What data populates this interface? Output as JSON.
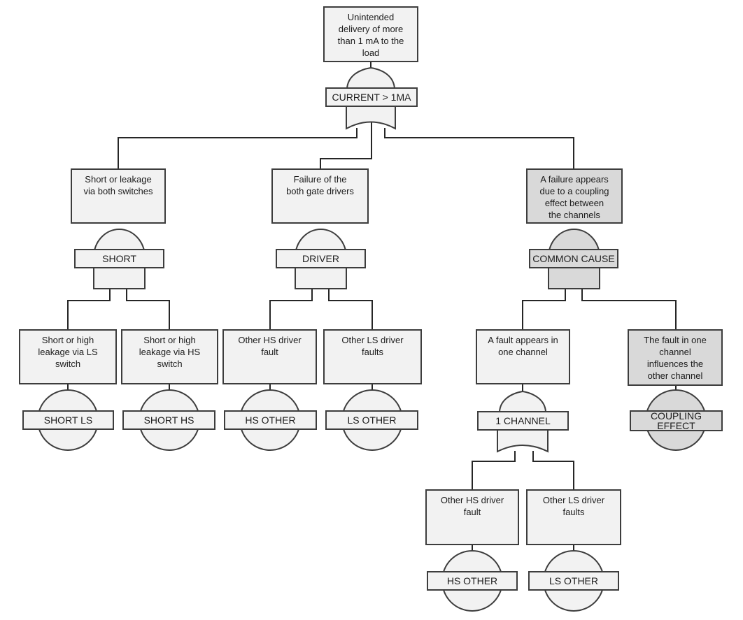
{
  "title": "Fault tree: unintended current delivery",
  "colors": {
    "node_fill": "#f2f2f2",
    "shaded_fill": "#d9d9d9",
    "border": "#3d3d3d",
    "line": "#262626",
    "text": "#1c1c1c",
    "background": "#ffffff"
  },
  "nodes": {
    "top_event": "Unintended\ndelivery of more\nthan 1 mA to the\nload",
    "top_gate": "CURRENT > 1MA",
    "short_event": "Short or leakage\nvia both switches",
    "short_gate": "SHORT",
    "driver_event": "Failure of the\nboth gate drivers",
    "driver_gate": "DRIVER",
    "common_cause_event": "A failure appears\ndue to a coupling\neffect between\nthe channels",
    "common_cause_gate": "COMMON CAUSE",
    "short_ls_event": "Short or high\nleakage via LS\nswitch",
    "short_ls_label": "SHORT LS",
    "short_hs_event": "Short or high\nleakage via HS\nswitch",
    "short_hs_label": "SHORT HS",
    "hs_other_event": "Other HS driver\nfault",
    "hs_other_label": "HS OTHER",
    "ls_other_event": "Other LS driver\nfaults",
    "ls_other_label": "LS OTHER",
    "one_channel_event": "A fault appears in\none channel",
    "one_channel_gate": "1 CHANNEL",
    "coupling_event": "The fault in one\nchannel\ninfluences the\nother channel",
    "coupling_label": "COUPLING\nEFFECT",
    "hs_other2_event": "Other HS driver\nfault",
    "hs_other2_label": "HS OTHER",
    "ls_other2_event": "Other LS driver\nfaults",
    "ls_other2_label": "LS OTHER"
  }
}
